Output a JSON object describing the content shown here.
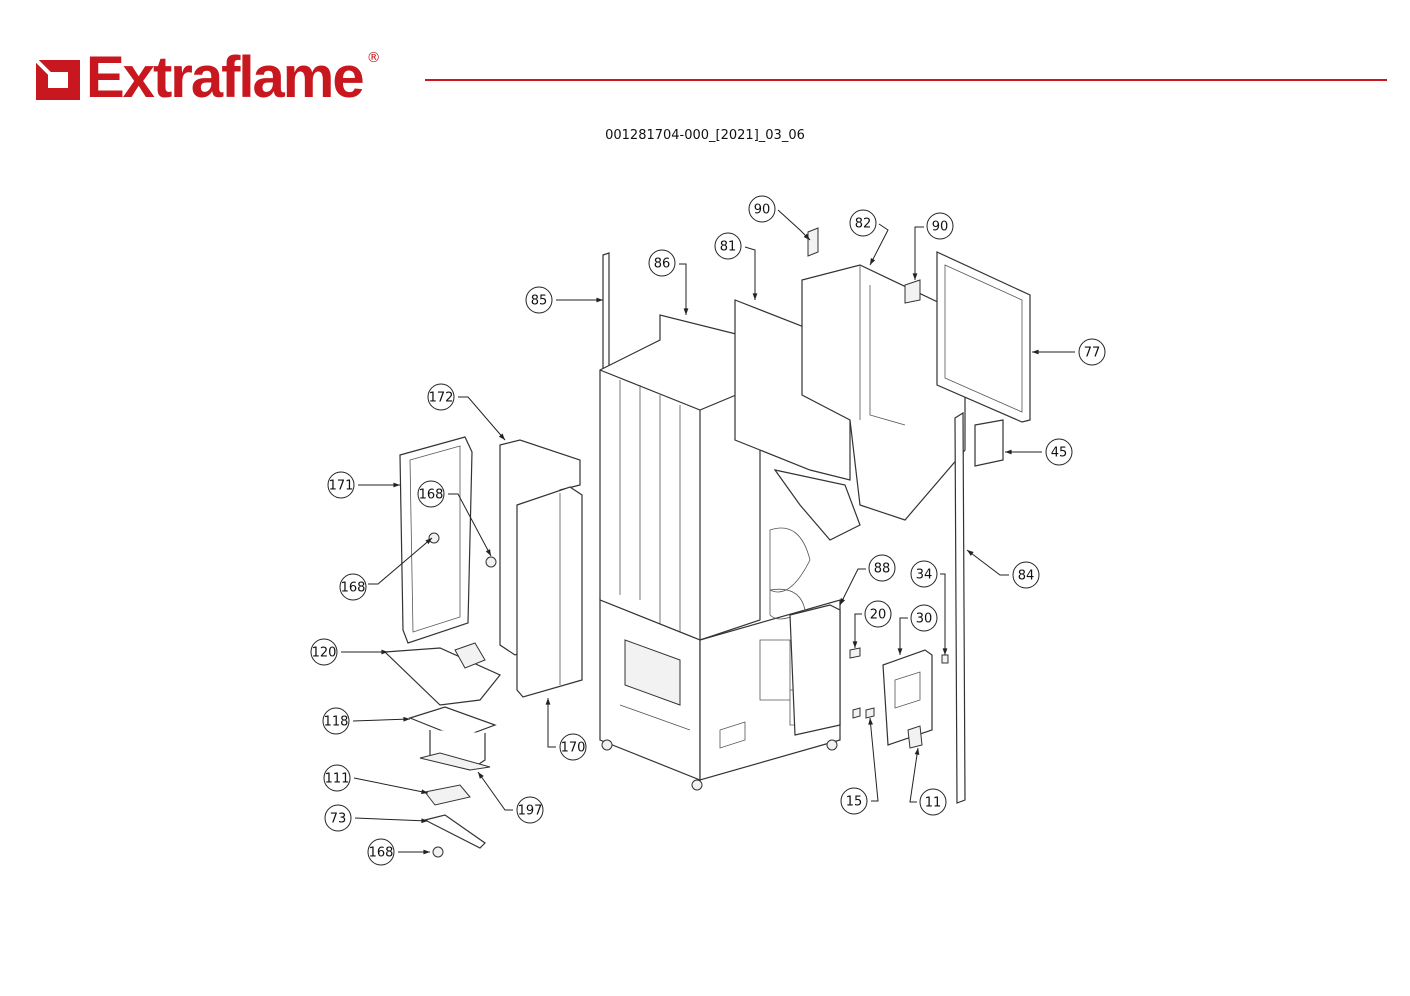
{
  "brand": {
    "name": "Extraflame",
    "registered_mark": "®",
    "color": "#c8171e"
  },
  "document": {
    "code": "001281704-000_[2021]_03_06"
  },
  "callouts": [
    "90",
    "82",
    "90",
    "81",
    "86",
    "85",
    "77",
    "45",
    "172",
    "171",
    "168",
    "168",
    "120",
    "118",
    "170",
    "111",
    "197",
    "73",
    "168",
    "88",
    "34",
    "84",
    "20",
    "30",
    "15",
    "11"
  ]
}
